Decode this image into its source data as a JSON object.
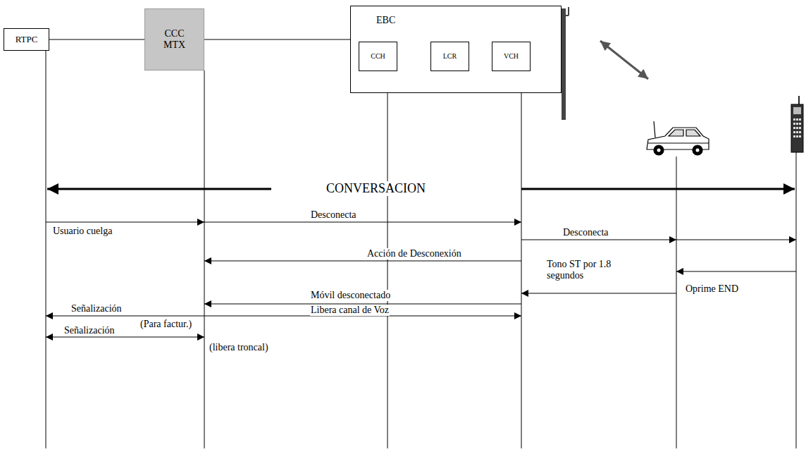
{
  "diagram": {
    "nodes": [
      {
        "text": [
          "RTPC"
        ]
      },
      {
        "text": [
          "CCC MTX"
        ]
      },
      {
        "text": [
          "EBC"
        ]
      },
      {
        "text": [
          "CCH"
        ],
        "in": 2
      },
      {
        "text": [
          "LCR"
        ],
        "in": 2
      },
      {
        "text": [
          "VCH"
        ],
        "in": 2
      }
    ],
    "edges": [
      {
        "from": 0,
        "to": 1,
        "arrow": "none"
      },
      {
        "from": 1,
        "to": 2,
        "arrow": "none"
      }
    ],
    "labels": [
      "CONVERSACION",
      "Usuario cuelga",
      "Desconecta",
      "Desconecta",
      "Acción de Desconexión",
      "Tono ST por 1.8 segundos",
      "Oprime END",
      "Móvil desconectado",
      "Señalización",
      "(Para factur.)",
      "Libera canal de Voz",
      "Señalización",
      "(libera troncal)"
    ]
  }
}
